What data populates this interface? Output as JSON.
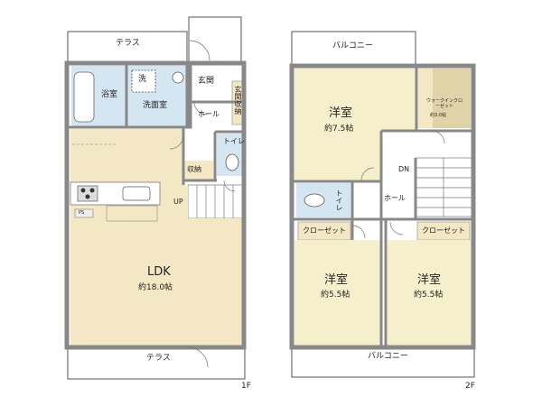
{
  "plan": {
    "floor1": {
      "label": "1F",
      "terrace_top": "テラス",
      "terrace_bottom": "テラス",
      "bath": "浴室",
      "washroom": "洗面室",
      "washer": "洗",
      "entrance": "玄関",
      "entrance_storage": "玄関収納",
      "hall": "ホール",
      "toilet": "トイレ",
      "storage": "収納",
      "up": "UP",
      "ps": "PS",
      "ldk": "LDK",
      "ldk_size": "約18.0帖"
    },
    "floor2": {
      "label": "2F",
      "balcony_top": "バルコニー",
      "balcony_bottom": "バルコニー",
      "walkin": "ウォークインクローゼット",
      "walkin_size": "約3.0帖",
      "room1": "洋室",
      "room1_size": "約7.5帖",
      "dn": "DN",
      "hall": "ホール",
      "toilet": "トイレ",
      "closet_left": "クローゼット",
      "closet_right": "クローゼット",
      "room2": "洋室",
      "room2_size": "約5.5帖",
      "room3": "洋室",
      "room3_size": "約5.5帖"
    }
  }
}
